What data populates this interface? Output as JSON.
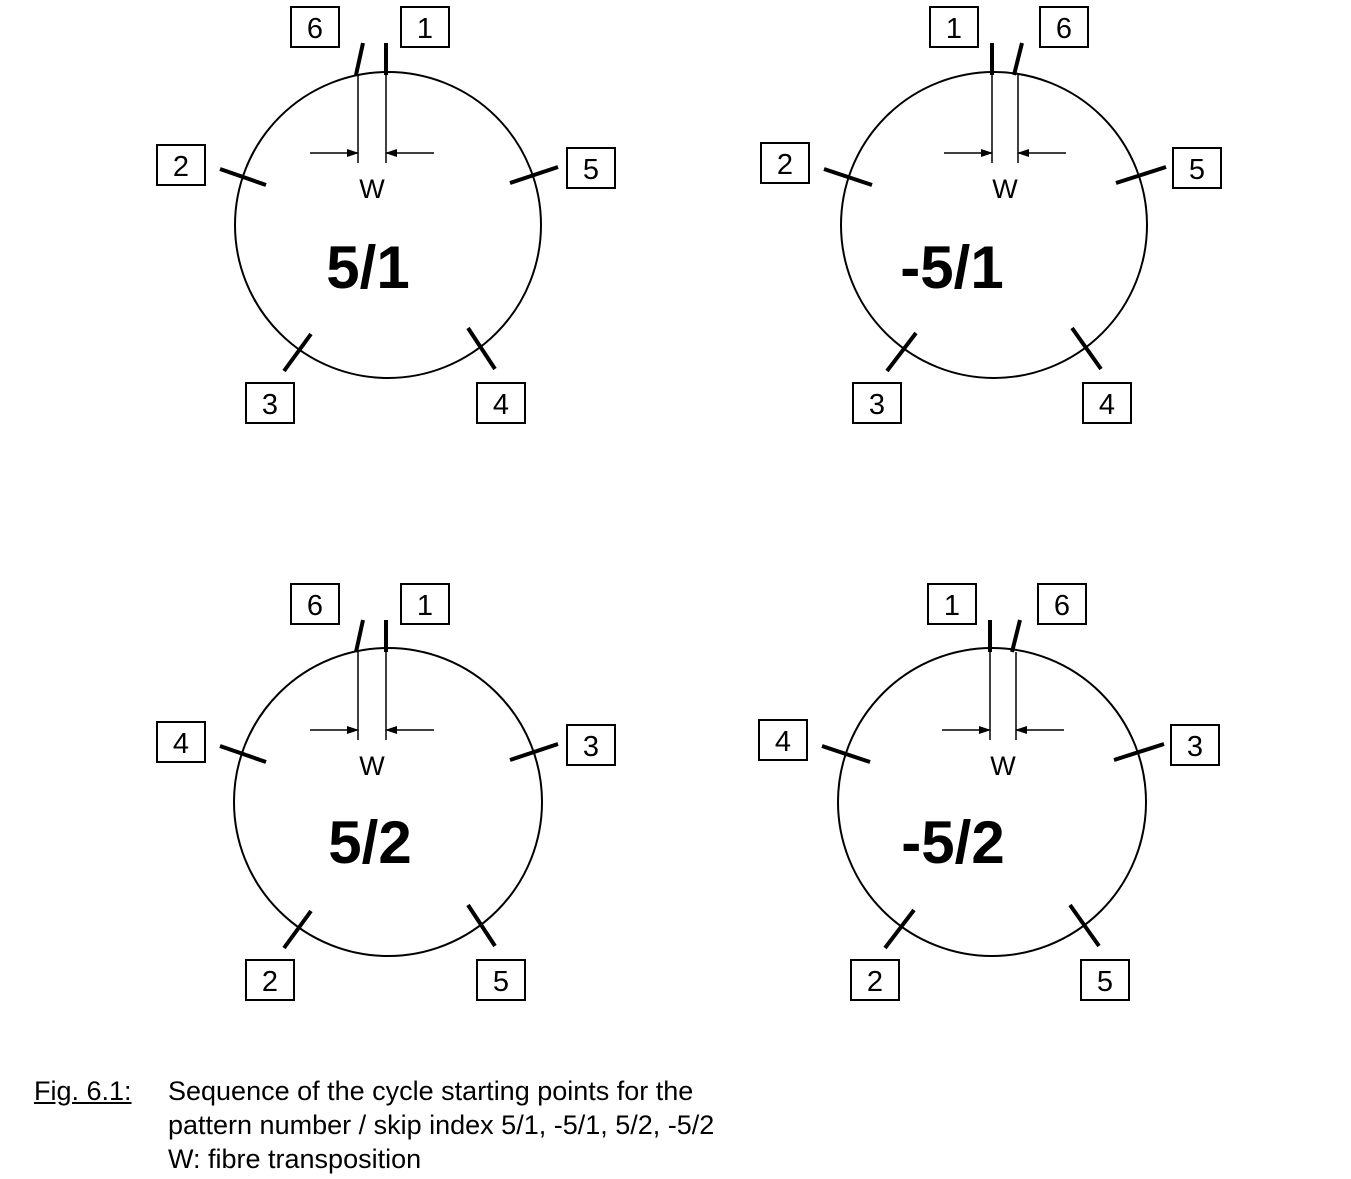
{
  "figure": {
    "diagrams": [
      {
        "title": "5/1",
        "w_label": "W",
        "marks": [
          {
            "label": "1",
            "at": "top-right"
          },
          {
            "label": "2",
            "at": "upper-left"
          },
          {
            "label": "3",
            "at": "lower-left"
          },
          {
            "label": "4",
            "at": "lower-right"
          },
          {
            "label": "5",
            "at": "upper-right"
          },
          {
            "label": "6",
            "at": "top-left"
          }
        ]
      },
      {
        "title": "-5/1",
        "w_label": "W",
        "marks": [
          {
            "label": "1",
            "at": "top-left"
          },
          {
            "label": "2",
            "at": "upper-left"
          },
          {
            "label": "3",
            "at": "lower-left"
          },
          {
            "label": "4",
            "at": "lower-right"
          },
          {
            "label": "5",
            "at": "upper-right"
          },
          {
            "label": "6",
            "at": "top-right"
          }
        ]
      },
      {
        "title": "5/2",
        "w_label": "W",
        "marks": [
          {
            "label": "1",
            "at": "top-right"
          },
          {
            "label": "2",
            "at": "lower-left"
          },
          {
            "label": "3",
            "at": "upper-right"
          },
          {
            "label": "4",
            "at": "upper-left"
          },
          {
            "label": "5",
            "at": "lower-right"
          },
          {
            "label": "6",
            "at": "top-left"
          }
        ]
      },
      {
        "title": "-5/2",
        "w_label": "W",
        "marks": [
          {
            "label": "1",
            "at": "top-left"
          },
          {
            "label": "2",
            "at": "lower-left"
          },
          {
            "label": "3",
            "at": "upper-right"
          },
          {
            "label": "4",
            "at": "upper-left"
          },
          {
            "label": "5",
            "at": "lower-right"
          },
          {
            "label": "6",
            "at": "top-right"
          }
        ]
      }
    ],
    "caption": {
      "number": "Fig. 6.1:",
      "line1": "Sequence of the cycle starting points for the",
      "line2": "pattern number / skip index 5/1, -5/1, 5/2, -5/2",
      "line3": "W: fibre transposition"
    }
  }
}
